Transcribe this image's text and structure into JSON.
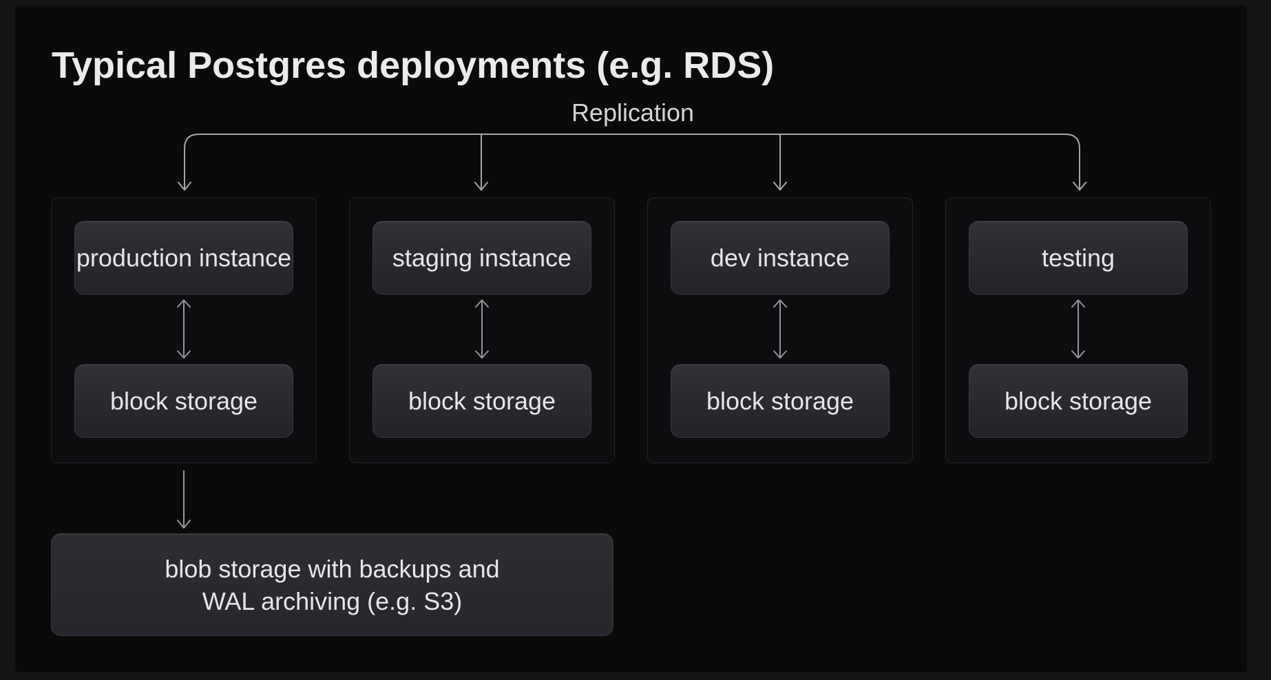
{
  "page": {
    "title": "Typical Postgres deployments (e.g. RDS)"
  },
  "diagram": {
    "replication_label": "Replication",
    "groups": [
      {
        "instance": "production instance",
        "storage": "block storage"
      },
      {
        "instance": "staging instance",
        "storage": "block storage"
      },
      {
        "instance": "dev instance",
        "storage": "block storage"
      },
      {
        "instance": "testing",
        "storage": "block storage"
      }
    ],
    "blob_storage": {
      "line1": "blob storage with backups and",
      "line2": "WAL archiving (e.g. S3)"
    }
  },
  "colors": {
    "background": "#141415",
    "panel": "#0a0a0b",
    "connector": "#a6a6ab",
    "vertical_arrow": "#96969b",
    "node_background_top": "#313237",
    "node_background_bottom": "#232429",
    "node_border": "#3a3b41",
    "text": "#e6e6e9"
  }
}
